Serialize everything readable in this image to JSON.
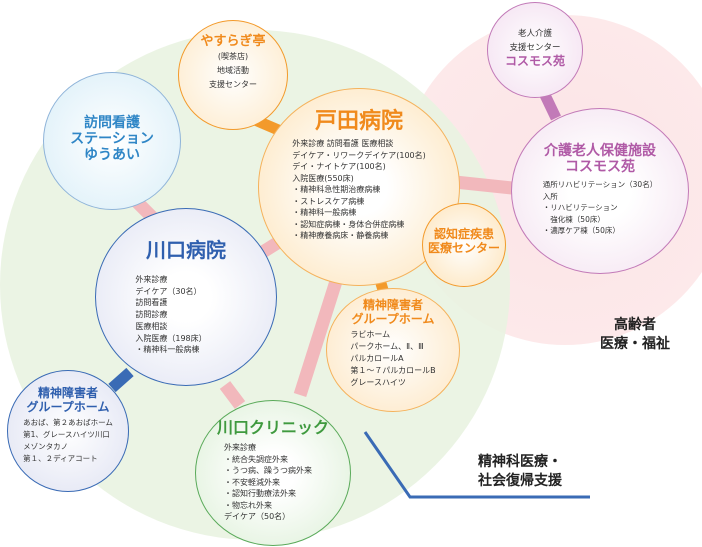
{
  "nodes": {
    "yasuragi": {
      "title": "やすらぎ亭",
      "lines": [
        "(喫茶店)",
        "地域活動",
        "支援センター"
      ]
    },
    "houmon": {
      "title_lines": [
        "訪問看護",
        "ステーション",
        "ゆうあい"
      ]
    },
    "toda": {
      "title": "戸田病院",
      "lines": [
        "外来診療 訪問看護 医療相談",
        "デイケア・リワークデイケア(100名)",
        "デイ・ナイトケア(100名)",
        "入院医療(550床)",
        "・精神科急性期治療病棟",
        "・ストレスケア病棟",
        "・精神科一般病棟",
        "・認知症病棟・身体合併症病棟",
        "・精神療養病床・静養病棟"
      ]
    },
    "ninchi": {
      "title_lines": [
        "認知症疾患",
        "医療センター"
      ]
    },
    "gh_orange": {
      "title_lines": [
        "精神障害者",
        "グループホーム"
      ],
      "lines": [
        "ラビホーム",
        "パークホーム、Ⅱ、Ⅲ",
        "パルカロールA",
        "第１〜７パルカロールB",
        "グレースハイツ"
      ]
    },
    "kawaguchi": {
      "title": "川口病院",
      "lines": [
        "外来診療",
        "デイケア（30名）",
        "訪問看護",
        "訪問診療",
        "医療相談",
        "入院医療（198床）",
        "・精神科一般病棟"
      ]
    },
    "gh_blue": {
      "title_lines": [
        "精神障害者",
        "グループホーム"
      ],
      "lines": [
        "あおば、第２あおばホーム",
        "第1、グレースハイツ川口",
        "メゾンタカノ",
        "第１、２ディアコート"
      ]
    },
    "clinic": {
      "title": "川口クリニック",
      "lines": [
        "外来診療",
        "・統合失調症外来",
        "・うつ病、躁うつ病外来",
        "・不安軽減外来",
        "・認知行動療法外来",
        "・物忘れ外来",
        "デイケア（50名）"
      ]
    },
    "rojin_shien": {
      "lines": [
        "老人介護",
        "支援センター"
      ],
      "title": "コスモス苑"
    },
    "kaigo": {
      "title_lines": [
        "介護老人保健施設",
        "コスモス苑"
      ],
      "lines": [
        "通所リハビリテーション（30名）",
        "入所",
        "・リハビリテーション",
        "　強化棟（50床）",
        "・濃厚ケア棟（50床）"
      ]
    }
  },
  "labels": {
    "elderly": [
      "高齢者",
      "医療・福祉"
    ],
    "psych": [
      "精神科医療・",
      "社会復帰支援"
    ]
  },
  "colors": {
    "orange": "#f39a2b",
    "blue": "#3a6bb5",
    "green": "#3f9a3f",
    "purple": "#b05aa6",
    "pink_link": "#f2b8bc"
  }
}
